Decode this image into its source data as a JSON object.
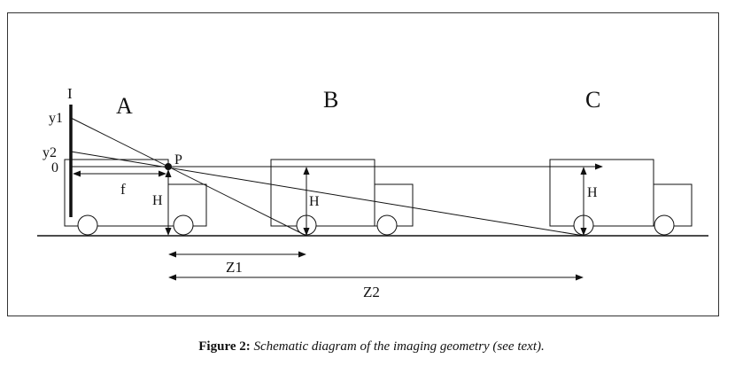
{
  "diagram": {
    "image_plane_label": "I",
    "point_y1": "y1",
    "point_y2": "y2",
    "point_zero": "0",
    "focal_label": "f",
    "pinhole_label": "P",
    "height_label": "H",
    "vehicle_a": "A",
    "vehicle_b": "B",
    "vehicle_c": "C",
    "distance_z1": "Z1",
    "distance_z2": "Z2"
  },
  "caption": {
    "label": "Figure 2:",
    "text": "Schematic diagram of the imaging geometry (see text)."
  }
}
